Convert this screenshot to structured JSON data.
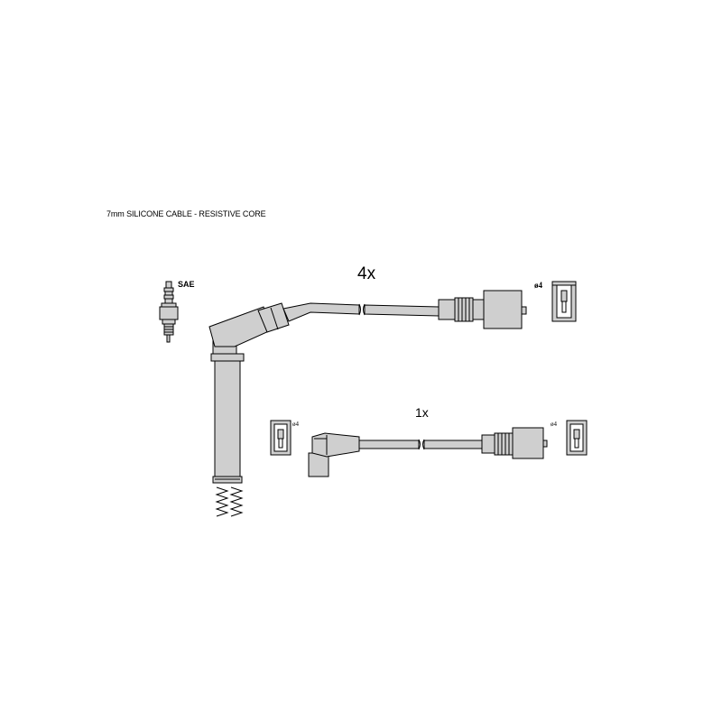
{
  "diagram": {
    "title": "7mm SILICONE CABLE - RESISTIVE CORE",
    "spark_plug_label": "SAE",
    "cable_long_quantity": "4x",
    "cable_short_quantity": "1x",
    "terminal_diameter_top": "ø4",
    "terminal_diameter_left": "ø4",
    "terminal_diameter_right": "ø4",
    "icons": [
      "spark-plug-icon",
      "terminal-connector-icon",
      "ignition-cable-icon",
      "spring-icon"
    ],
    "colors": {
      "fill": "#cfcfcf",
      "stroke": "#000000",
      "background": "#ffffff"
    }
  }
}
